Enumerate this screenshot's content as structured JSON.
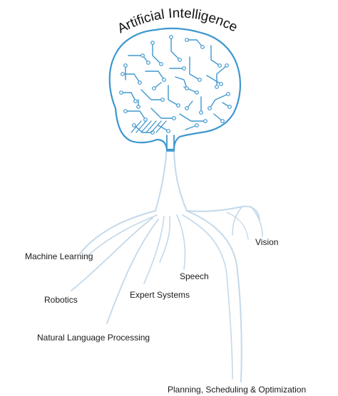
{
  "title": "Artificial Intelligence",
  "colors": {
    "brain": "#3d97cf",
    "brain_fill": "#ffffff",
    "roots": "#c4d9ea",
    "text": "#1a1a1a"
  },
  "icons": {
    "brain": "circuit-brain-icon"
  },
  "branches": [
    {
      "id": "machine-learning",
      "label": "Machine Learning"
    },
    {
      "id": "robotics",
      "label": "Robotics"
    },
    {
      "id": "natural-language-processing",
      "label": "Natural Language Processing"
    },
    {
      "id": "expert-systems",
      "label": "Expert Systems"
    },
    {
      "id": "speech",
      "label": "Speech"
    },
    {
      "id": "vision",
      "label": "Vision"
    },
    {
      "id": "planning",
      "label": "Planning, Scheduling & Optimization"
    }
  ]
}
